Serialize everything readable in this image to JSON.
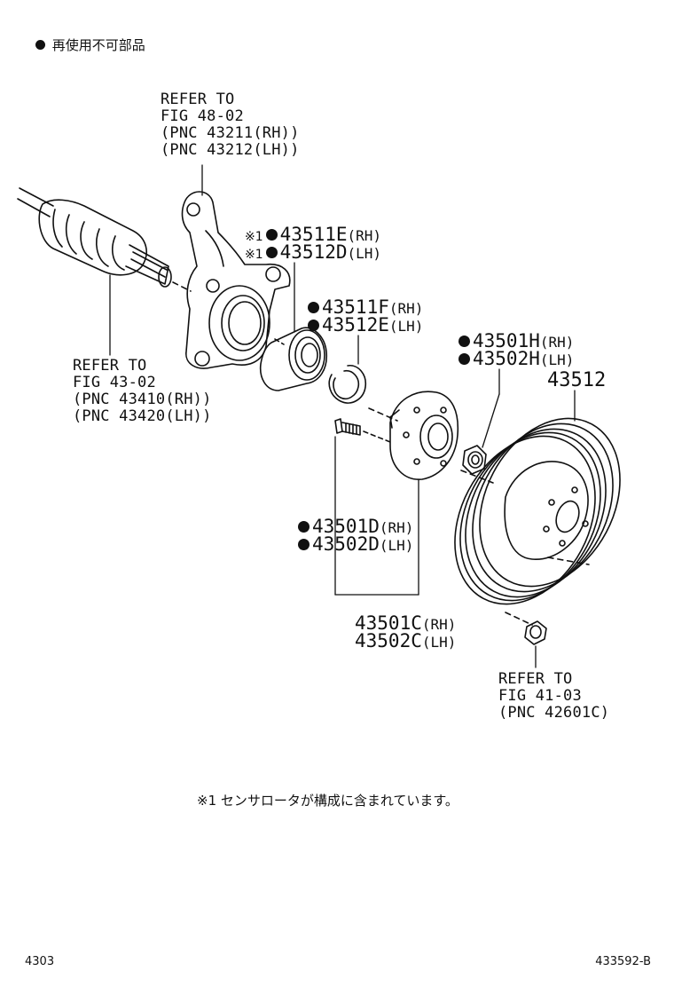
{
  "legend": {
    "symbol": "●",
    "text": "再使用不可部品"
  },
  "refers": [
    {
      "lines": [
        "REFER TO",
        "FIG 48-02",
        "(PNC 43211(RH))",
        "(PNC 43212(LH))"
      ]
    },
    {
      "lines": [
        "REFER TO",
        "FIG 43-02",
        "(PNC 43410(RH))",
        "(PNC 43420(LH))"
      ]
    },
    {
      "lines": [
        "REFER TO",
        "FIG 41-03",
        "(PNC 42601C)"
      ]
    }
  ],
  "parts": [
    {
      "mark": "※1",
      "number": "43511E",
      "side": "(RH)"
    },
    {
      "mark": "※1",
      "number": "43512D",
      "side": "(LH)"
    },
    {
      "number": "43511F",
      "side": "(RH)"
    },
    {
      "number": "43512E",
      "side": "(LH)"
    },
    {
      "number": "43501H",
      "side": "(RH)"
    },
    {
      "number": "43502H",
      "side": "(LH)"
    },
    {
      "number": "43512",
      "side": ""
    },
    {
      "number": "43501D",
      "side": "(RH)"
    },
    {
      "number": "43502D",
      "side": "(LH)"
    },
    {
      "number": "43501C",
      "side": "(RH)"
    },
    {
      "number": "43502C",
      "side": "(LH)"
    }
  ],
  "footnote": "※1 センサロータが構成に含まれています。",
  "footer": {
    "left": "4303",
    "right": "433592-B"
  }
}
